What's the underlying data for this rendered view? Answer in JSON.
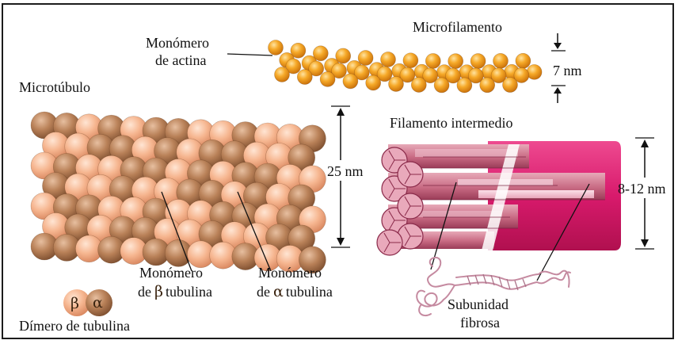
{
  "labels": {
    "actin_monomer_line1": "Monómero",
    "actin_monomer_line2": "de actina",
    "microfilament": "Microfilamento",
    "microfilament_size": "7 nm",
    "microtubule": "Microtúbulo",
    "intermediate_filament": "Filamento intermedio",
    "microtubule_size": "25 nm",
    "intermediate_size": "8-12 nm",
    "beta_monomer_line1": "Monómero",
    "beta_monomer_line2_prefix": "de",
    "beta_symbol": "β",
    "beta_monomer_line2_suffix": "tubulina",
    "alpha_monomer_line1": "Monómero",
    "alpha_monomer_line2_prefix": "de",
    "alpha_symbol": "α",
    "alpha_monomer_line2_suffix": "tubulina",
    "dimer_beta": "β",
    "dimer_alpha": "α",
    "dimer_label": "Dímero de tubulina",
    "subunit_line1": "Subunidad",
    "subunit_line2": "fibrosa"
  },
  "colors": {
    "actin": "#f4a020",
    "alpha_tubulin": "#b87f56",
    "beta_tubulin": "#f6b58f",
    "filament_pink": "#d8186e",
    "filament_rose": "#c76a86",
    "fibrous_subunit": "#c58aa0"
  }
}
